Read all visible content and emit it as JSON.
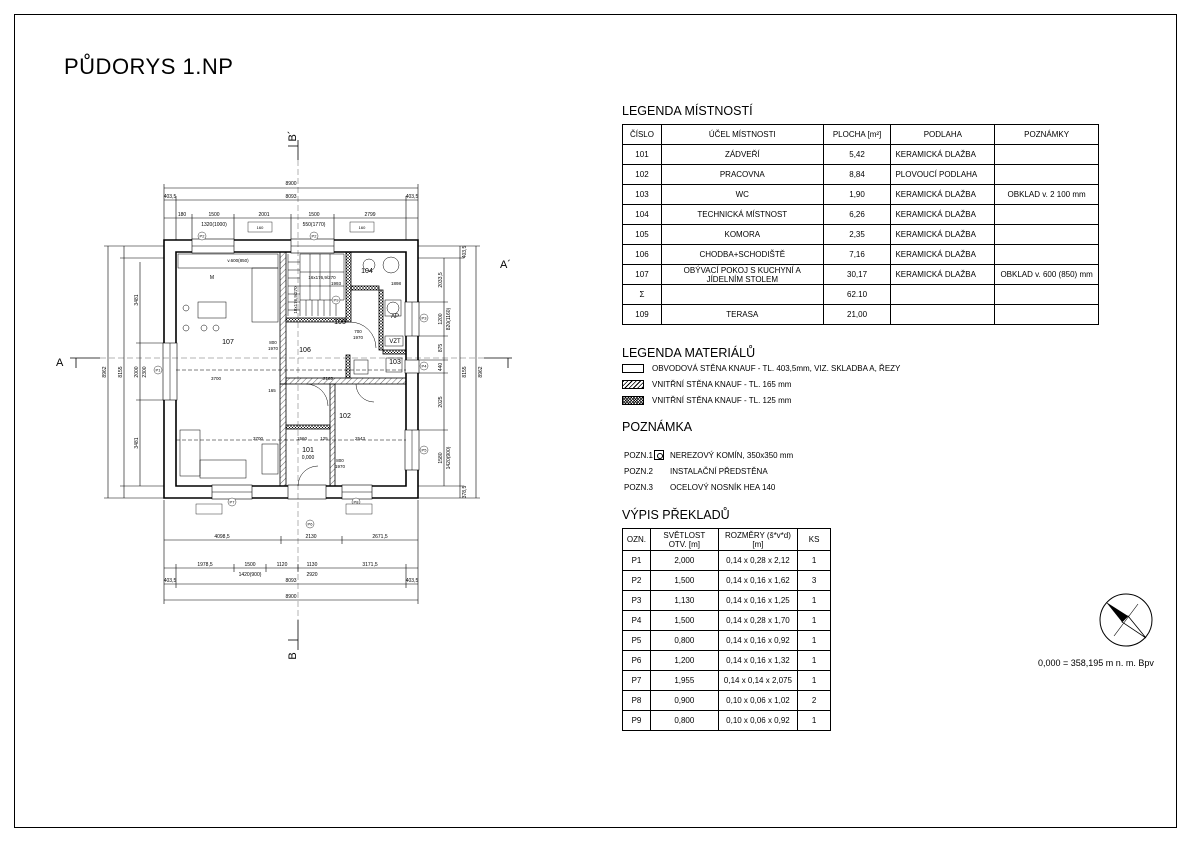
{
  "title": "PŮDORYS 1.NP",
  "room_legend": {
    "heading": "LEGENDA MÍSTNOSTÍ",
    "columns": [
      "ČÍSLO",
      "ÚČEL MÍSTNOSTI",
      "PLOCHA [m²]",
      "PODLAHA",
      "POZNÁMKY"
    ],
    "rows": [
      {
        "num": "101",
        "name": "ZÁDVEŘÍ",
        "area": "5,42",
        "floor": "KERAMICKÁ DLAŽBA",
        "note": ""
      },
      {
        "num": "102",
        "name": "PRACOVNA",
        "area": "8,84",
        "floor": "PLOVOUCÍ PODLAHA",
        "note": ""
      },
      {
        "num": "103",
        "name": "WC",
        "area": "1,90",
        "floor": "KERAMICKÁ DLAŽBA",
        "note": "OBKLAD v. 2 100 mm"
      },
      {
        "num": "104",
        "name": "TECHNICKÁ MÍSTNOST",
        "area": "6,26",
        "floor": "KERAMICKÁ DLAŽBA",
        "note": ""
      },
      {
        "num": "105",
        "name": "KOMORA",
        "area": "2,35",
        "floor": "KERAMICKÁ DLAŽBA",
        "note": ""
      },
      {
        "num": "106",
        "name": "CHODBA+SCHODIŠTĚ",
        "area": "7,16",
        "floor": "KERAMICKÁ DLAŽBA",
        "note": ""
      },
      {
        "num": "107",
        "name": "OBÝVACÍ POKOJ S KUCHYNÍ A JÍDELNÍM STOLEM",
        "area": "30,17",
        "floor": "KERAMICKÁ DLAŽBA",
        "note": "OBKLAD v. 600 (850) mm"
      },
      {
        "num": "Σ",
        "name": "",
        "area": "62.10",
        "floor": "",
        "note": ""
      },
      {
        "num": "109",
        "name": "TERASA",
        "area": "21,00",
        "floor": "",
        "note": ""
      }
    ]
  },
  "material_legend": {
    "heading": "LEGENDA MATERIÁLŮ",
    "items": [
      {
        "label": "OBVODOVÁ STĚNA KNAUF - TL. 403,5mm, VIZ. SKLADBA A, ŘEZY",
        "pattern": "empty"
      },
      {
        "label": "VNITŘNÍ STĚNA KNAUF - TL. 165 mm",
        "pattern": "hatch"
      },
      {
        "label": "VNITŘNÍ STĚNA KNAUF - TL. 125 mm",
        "pattern": "cross"
      }
    ]
  },
  "notes": {
    "heading": "POZNÁMKA",
    "items": [
      {
        "id": "POZN.1",
        "text": "NEREZOVÝ KOMÍN, 350x350 mm",
        "symbol": "chimney-icon"
      },
      {
        "id": "POZN.2",
        "text": "INSTALAČNÍ PŘEDSTĚNA",
        "symbol": ""
      },
      {
        "id": "POZN.3",
        "text": "OCELOVÝ NOSNÍK HEA 140",
        "symbol": ""
      }
    ]
  },
  "lintels": {
    "heading": "VÝPIS PŘEKLADŮ",
    "columns": [
      "OZN.",
      "SVĚTLOST OTV. [m]",
      "ROZMĚRY (š*v*d) [m]",
      "KS"
    ],
    "rows": [
      {
        "id": "P1",
        "opening": "2,000",
        "dims": "0,14 x 0,28 x 2,12",
        "count": "1"
      },
      {
        "id": "P2",
        "opening": "1,500",
        "dims": "0,14 x 0,16 x 1,62",
        "count": "3"
      },
      {
        "id": "P3",
        "opening": "1,130",
        "dims": "0,14 x 0,16 x 1,25",
        "count": "1"
      },
      {
        "id": "P4",
        "opening": "1,500",
        "dims": "0,14 x 0,28 x 1,70",
        "count": "1"
      },
      {
        "id": "P5",
        "opening": "0,800",
        "dims": "0,14 x 0,16 x 0,92",
        "count": "1"
      },
      {
        "id": "P6",
        "opening": "1,200",
        "dims": "0,14 x 0,16 x 1,32",
        "count": "1"
      },
      {
        "id": "P7",
        "opening": "1,955",
        "dims": "0,14 x 0,14 x 2,075",
        "count": "1"
      },
      {
        "id": "P8",
        "opening": "0,900",
        "dims": "0,10 x 0,06 x 1,02",
        "count": "2"
      },
      {
        "id": "P9",
        "opening": "0,800",
        "dims": "0,10 x 0,06 x 0,92",
        "count": "1"
      }
    ]
  },
  "elevation_note": "0,000 = 358,195 m n. m. Bpv",
  "plan": {
    "section_a_left": "A",
    "section_a_right": "A´",
    "section_b_top": "B´",
    "section_b_bottom": "B",
    "rooms": {
      "r101": "101",
      "r101_level": "0,000",
      "r102": "102",
      "r103": "103",
      "r104": "104",
      "r105": "105",
      "r106": "106",
      "r107": "107",
      "ap": "AP",
      "vzt": "VZT",
      "m": "M"
    },
    "dims": {
      "top_total": "8900",
      "top_inner": "8093",
      "top_wall_l": "403,5",
      "top_wall_r": "403,5",
      "top_seg": [
        "180",
        "1500",
        "2001",
        "1500",
        "2799"
      ],
      "top_win1": "1320(1000)",
      "top_win2": "550(1770)",
      "bot_seg1": [
        "4098,5",
        "2130",
        "2671,5"
      ],
      "bot_seg2": [
        "1978,5",
        "1500",
        "1120",
        "1130",
        "3171,5"
      ],
      "bot_sub": "1420(900)",
      "bot_sub2": "2920",
      "bot_inner": "8093",
      "bot_total": "8900",
      "bot_wall_l": "403,5",
      "bot_wall_r": "403,5",
      "left_total": "8962",
      "left_inner": "8155",
      "left_seg": [
        "3481",
        "2000",
        "3481"
      ],
      "left_sub": "2300",
      "right_total": "8962",
      "right_inner": "8155",
      "right_seg": [
        "2033,5",
        "1200",
        "875",
        "440",
        "2025",
        "1580"
      ],
      "right_sub": [
        "820(1160)",
        "1420(900)"
      ],
      "wall_right_top": "403,5",
      "wall_right_bot": "378,5",
      "interior": {
        "d3700": "3700",
        "d3700b": "3700",
        "d1560": "1560",
        "d2543": "2543",
        "d2165": "2165",
        "d125": "125",
        "d165": "165",
        "door800": "800",
        "door1970": "1970",
        "door700": "700",
        "door1970b": "1970",
        "door800b": "800",
        "door1970c": "1970",
        "v600": "v.600(850)",
        "d1898": "1898",
        "d1993": "1993",
        "stair1": "18x176,9/270",
        "stair2": "16x176,9/270"
      }
    },
    "window_tags": {
      "w1": "160",
      "w2": "160"
    },
    "lintel_tags": [
      "P1",
      "P2",
      "P2",
      "P3",
      "P4",
      "P5",
      "P6",
      "P7",
      "P8",
      "P9"
    ]
  }
}
